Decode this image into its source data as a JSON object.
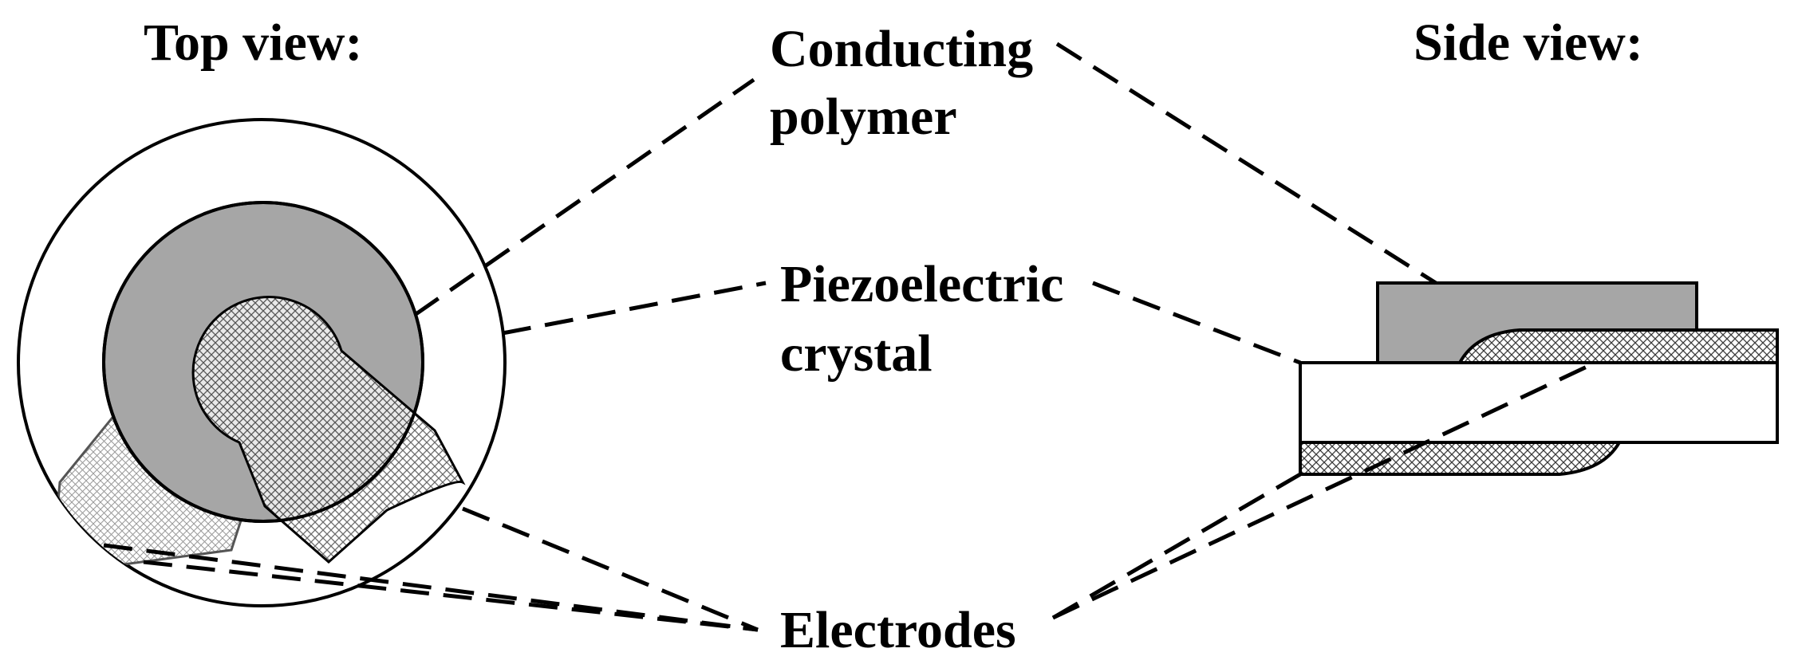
{
  "labels": {
    "top_view": "Top view:",
    "side_view": "Side view:",
    "conducting_line1": "Conducting",
    "conducting_line2": "polymer",
    "piezo_line1": "Piezoelectric",
    "piezo_line2": "crystal",
    "electrodes": "Electrodes"
  },
  "colors": {
    "polymer": "#a6a6a6",
    "crystal": "#ffffff",
    "outline": "#000000",
    "hatch": "#3a3a3a",
    "hatch_light": "#9a9a9a"
  }
}
